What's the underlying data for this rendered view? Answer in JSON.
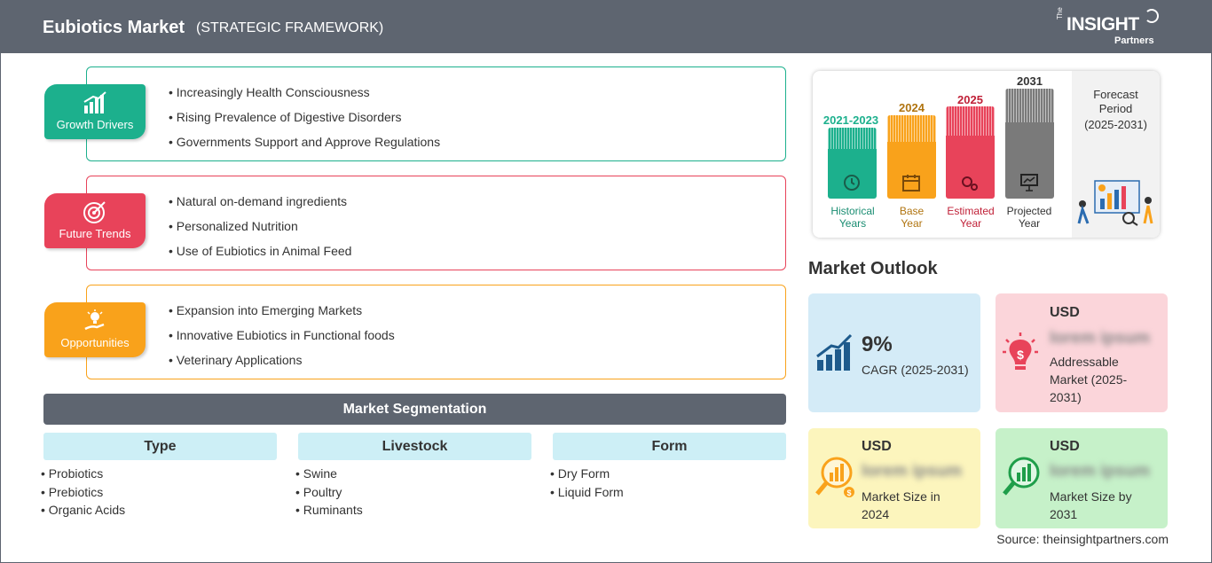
{
  "header": {
    "title": "Eubiotics Market",
    "subtitle": "(STRATEGIC FRAMEWORK)",
    "logo": {
      "the": "The",
      "insight": "INSIGHT",
      "partners": "Partners"
    }
  },
  "framework": [
    {
      "label": "Growth Drivers",
      "color": "#1cb08d",
      "icon": "growth-chart-icon",
      "items": [
        "Increasingly Health Consciousness",
        "Rising Prevalence of Digestive Disorders",
        "Governments Support and Approve Regulations"
      ]
    },
    {
      "label": "Future Trends",
      "color": "#e8435a",
      "icon": "target-icon",
      "items": [
        "Natural on-demand ingredients",
        "Personalized Nutrition",
        "Use of Eubiotics in Animal Feed"
      ]
    },
    {
      "label": "Opportunities",
      "color": "#f9a21b",
      "icon": "lightbulb-hand-icon",
      "items": [
        "Expansion into Emerging Markets",
        "Innovative Eubiotics in Functional foods",
        "Veterinary Applications"
      ]
    }
  ],
  "segmentation": {
    "title": "Market Segmentation",
    "groups": [
      {
        "name": "Type",
        "items": [
          "Probiotics",
          "Prebiotics",
          "Organic Acids"
        ]
      },
      {
        "name": "Livestock",
        "items": [
          "Swine",
          "Poultry",
          "Ruminants"
        ]
      },
      {
        "name": "Form",
        "items": [
          "Dry Form",
          "Liquid Form"
        ]
      }
    ]
  },
  "timeline": {
    "columns": [
      {
        "year": "2021-2023",
        "label1": "Historical",
        "label2": "Years",
        "color": "#1cb08d",
        "icon": "history-icon"
      },
      {
        "year": "2024",
        "label1": "Base",
        "label2": "Year",
        "color": "#f9a21b",
        "icon": "calendar-icon"
      },
      {
        "year": "2025",
        "label1": "Estimated",
        "label2": "Year",
        "color": "#e8435a",
        "icon": "gears-icon"
      },
      {
        "year": "2031",
        "label1": "Projected",
        "label2": "Year",
        "color": "#7a7a7a",
        "icon": "presentation-icon"
      }
    ],
    "forecast": {
      "line1": "Forecast",
      "line2": "Period",
      "line3": "(2025-2031)"
    }
  },
  "outlook": {
    "title": "Market Outlook",
    "cagr": {
      "value": "9%",
      "label": "CAGR (2025-2031)",
      "bg": "#d4ebf7"
    },
    "addressable": {
      "currency": "USD",
      "value": "lorem ipsum",
      "label": "Addressable Market (2025-2031)",
      "bg": "#fbd5da"
    },
    "size2024": {
      "currency": "USD",
      "value": "lorem ipsum",
      "label": "Market Size in 2024",
      "bg": "#fcf5bd"
    },
    "size2031": {
      "currency": "USD",
      "value": "lorem ipsum",
      "label": "Market Size by 2031",
      "bg": "#c6f1c9"
    }
  },
  "source": "Source: theinsightpartners.com"
}
